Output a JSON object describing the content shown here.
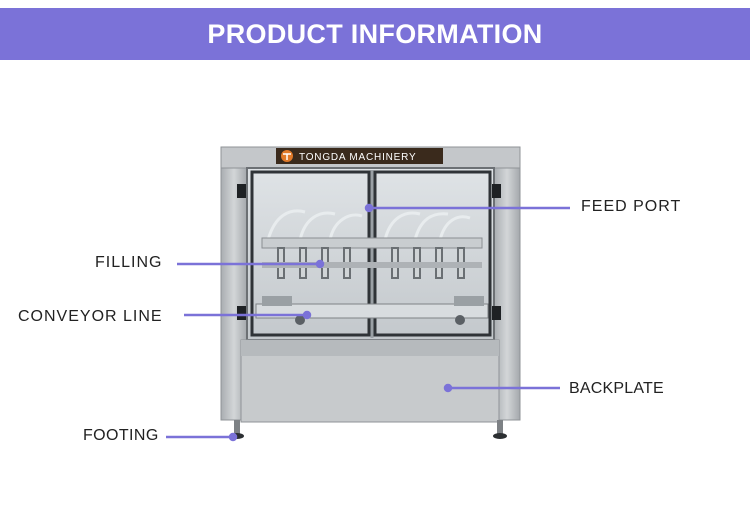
{
  "banner": {
    "title": "PRODUCT INFORMATION",
    "color": "#7b72d8"
  },
  "machine": {
    "brand": "TONGDA MACHINERY"
  },
  "callouts": {
    "feed_port": "FEED PORT",
    "filling": "FILLING",
    "conveyor_line": "CONVEYOR LINE",
    "backplate": "BACKPLATE",
    "footing": "FOOTING"
  },
  "colors": {
    "leader": "#7b72d8",
    "steel": "#b9bdc1"
  }
}
